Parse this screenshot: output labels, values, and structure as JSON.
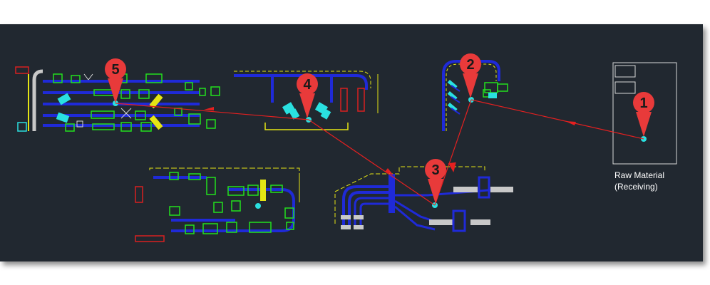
{
  "canvas": {
    "background": "#212830",
    "colors": {
      "conveyor": "#1f2ad8",
      "equipment": "#22e01e",
      "annotation": "#e5e514",
      "highlight": "#2ae0e0",
      "wall": "#d82020",
      "flow": "#e52020",
      "machine": "#c8c8c8"
    }
  },
  "markers": [
    {
      "id": "1",
      "color": "#e83a3a"
    },
    {
      "id": "2",
      "color": "#e83a3a"
    },
    {
      "id": "3",
      "color": "#e83a3a"
    },
    {
      "id": "4",
      "color": "#e83a3a"
    },
    {
      "id": "5",
      "color": "#e83a3a"
    }
  ],
  "labels": {
    "raw_material_line1": "Raw Material",
    "raw_material_line2": "(Receiving)"
  },
  "flow": {
    "direction": "1 → 2 → 3 → 4 → 5"
  }
}
